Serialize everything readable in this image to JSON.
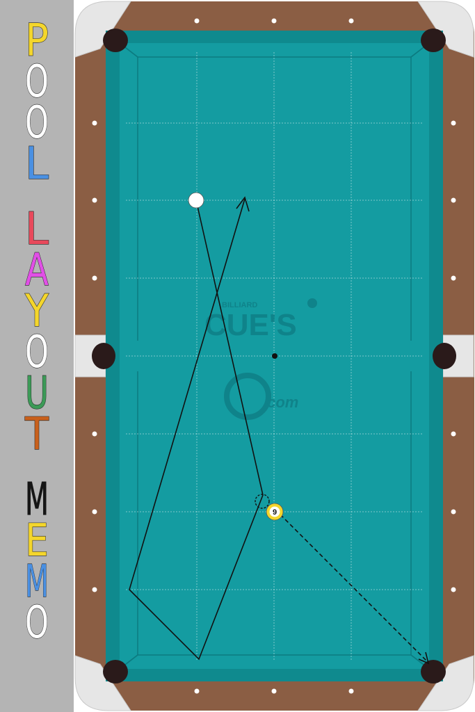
{
  "sidebar": {
    "title_letters": [
      {
        "char": "P",
        "color": "#f4d62c"
      },
      {
        "char": "O",
        "color": "#ffffff"
      },
      {
        "char": "O",
        "color": "#ffffff"
      },
      {
        "char": "L",
        "color": "#4a90e2"
      },
      {
        "char": " ",
        "color": "#000000"
      },
      {
        "char": "L",
        "color": "#e8495b"
      },
      {
        "char": "A",
        "color": "#e14fe6"
      },
      {
        "char": "Y",
        "color": "#f4d62c"
      },
      {
        "char": "O",
        "color": "#ffffff"
      },
      {
        "char": "U",
        "color": "#3c9a57"
      },
      {
        "char": "T",
        "color": "#c8601c"
      },
      {
        "char": " ",
        "color": "#000000"
      },
      {
        "char": "M",
        "color": "#151515"
      },
      {
        "char": "E",
        "color": "#f4d62c"
      },
      {
        "char": "M",
        "color": "#4a90e2"
      },
      {
        "char": "O",
        "color": "#ffffff"
      }
    ]
  },
  "table": {
    "cloth_color": "#149ca1",
    "rail_color": "#8b5e44",
    "diamond_color": "#ffffff",
    "logo": {
      "top_small": "BILLIARD",
      "main": "CUE'S",
      "sub": ".com"
    },
    "balls": [
      {
        "id": "cue-ball",
        "label": "",
        "color": "#ffffff"
      },
      {
        "id": "nine-ball",
        "label": "9",
        "color": "#f4d62c"
      }
    ]
  }
}
